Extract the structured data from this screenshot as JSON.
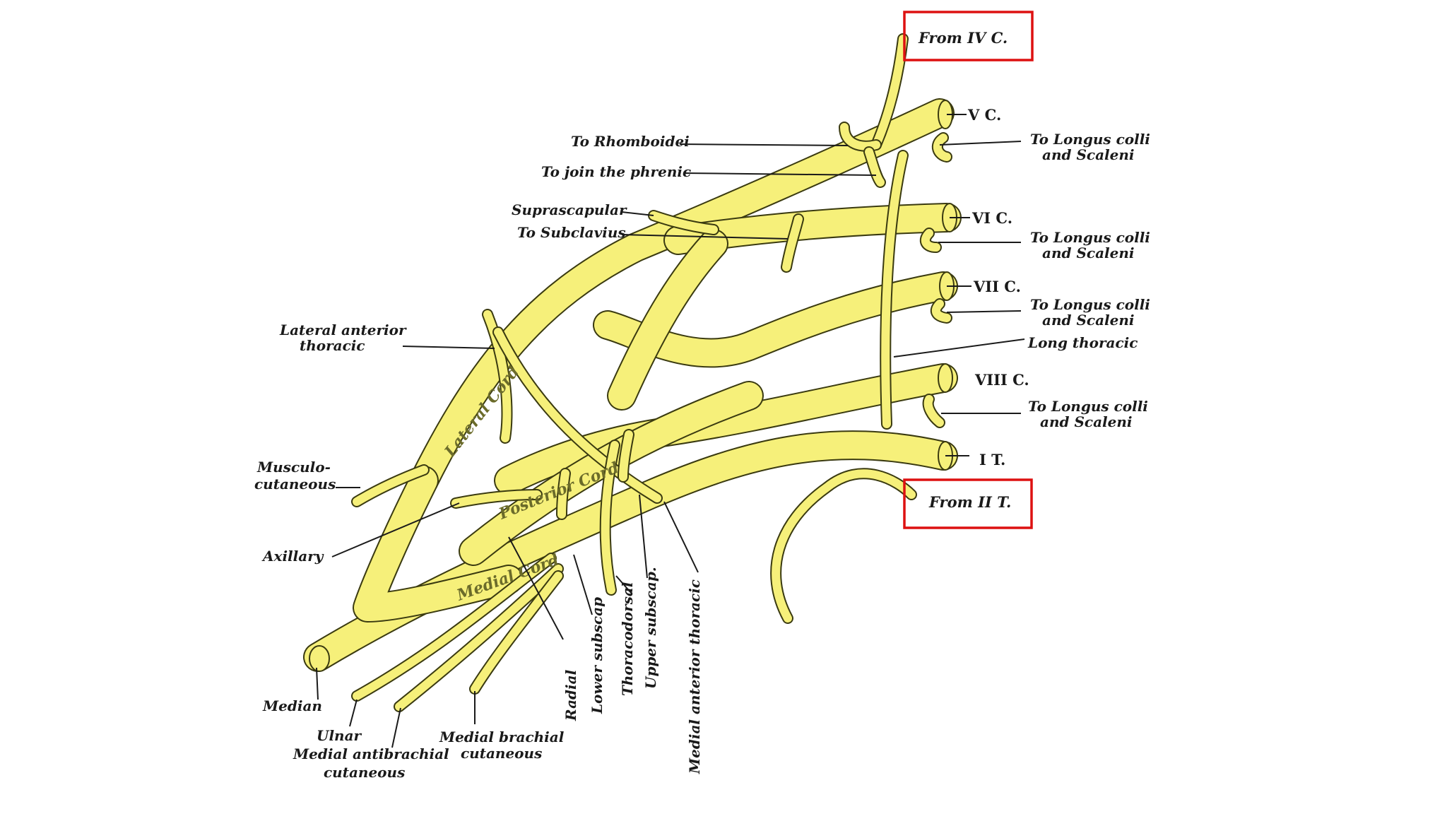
{
  "labels": {
    "from_iv_c": "From IV C.",
    "from_ii_t": "From II T.",
    "v_c": "V C.",
    "vi_c": "VI C.",
    "vii_c": "VII C.",
    "viii_c": "VIII C.",
    "i_t": "I T.",
    "longus_colli_line1": "To Longus colli",
    "longus_colli_line2": "and Scaleni",
    "long_thoracic": "Long thoracic",
    "to_rhomboidei": "To Rhomboidei",
    "to_join_phrenic": "To join the phrenic",
    "suprascapular": "Suprascapular",
    "to_subclavius": "To Subclavius",
    "lateral_anterior_thoracic_line1": "Lateral anterior",
    "lateral_anterior_thoracic_line2": "thoracic",
    "musculo_cutaneous_line1": "Musculo-",
    "musculo_cutaneous_line2": "cutaneous",
    "axillary": "Axillary",
    "median": "Median",
    "ulnar": "Ulnar",
    "medial_antibrachial_line1": "Medial antibrachial",
    "medial_antibrachial_line2": "cutaneous",
    "medial_brachial_line1": "Medial brachial",
    "medial_brachial_line2": "cutaneous",
    "radial": "Radial",
    "lower_subscap": "Lower subscap",
    "thoracodorsal": "Thoracodorsal",
    "upper_subscap": "Upper subscap.",
    "medial_anterior_thoracic": "Medial anterior thoracic",
    "lateral_cord": "Lateral  Cord",
    "posterior_cord": "Posterior  Cord",
    "medial_cord": "Medial  Cord"
  },
  "colors": {
    "nerve_fill": "#f6f07a",
    "nerve_outline": "#3a3a10",
    "highlight_box": "#dd1111",
    "background": "#ffffff"
  }
}
